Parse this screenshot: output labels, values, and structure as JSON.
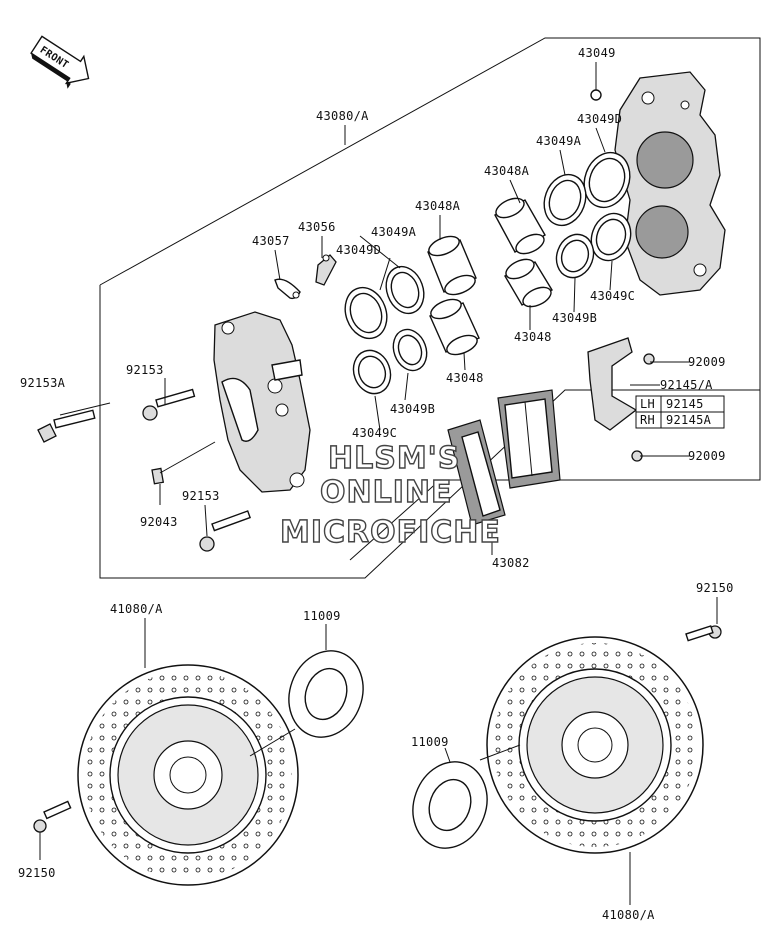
{
  "front_marker": "FRONT",
  "watermark": {
    "line1": "HLSM'S",
    "line2": "ONLINE",
    "line3": "MICROFICHE"
  },
  "labels": {
    "p43049_top": "43049",
    "p43080A": "43080/A",
    "p43049D_r": "43049D",
    "p43049A_r": "43049A",
    "p43048A_r": "43048A",
    "p43048A_l": "43048A",
    "p43056": "43056",
    "p43057": "43057",
    "p43049A_l": "43049A",
    "p43049D_l": "43049D",
    "p43048_r": "43048",
    "p43049B_r": "43049B",
    "p43049C_r": "43049C",
    "p43048_l": "43048",
    "p43049B_l": "43049B",
    "p43049C_l": "43049C",
    "p92009_top": "92009",
    "p92145A": "92145/A",
    "p92009_bot": "92009",
    "p92153A": "92153A",
    "p92153_top": "92153",
    "p92043": "92043",
    "p92153_bot": "92153",
    "p43082": "43082",
    "p41080A_l": "41080/A",
    "p11009_l": "11009",
    "p92150_r": "92150",
    "p11009_r": "11009",
    "p92150_l": "92150",
    "p41080A_r": "41080/A"
  },
  "side_table": {
    "rows": [
      {
        "side": "LH",
        "part": "92145"
      },
      {
        "side": "RH",
        "part": "92145A"
      }
    ]
  }
}
